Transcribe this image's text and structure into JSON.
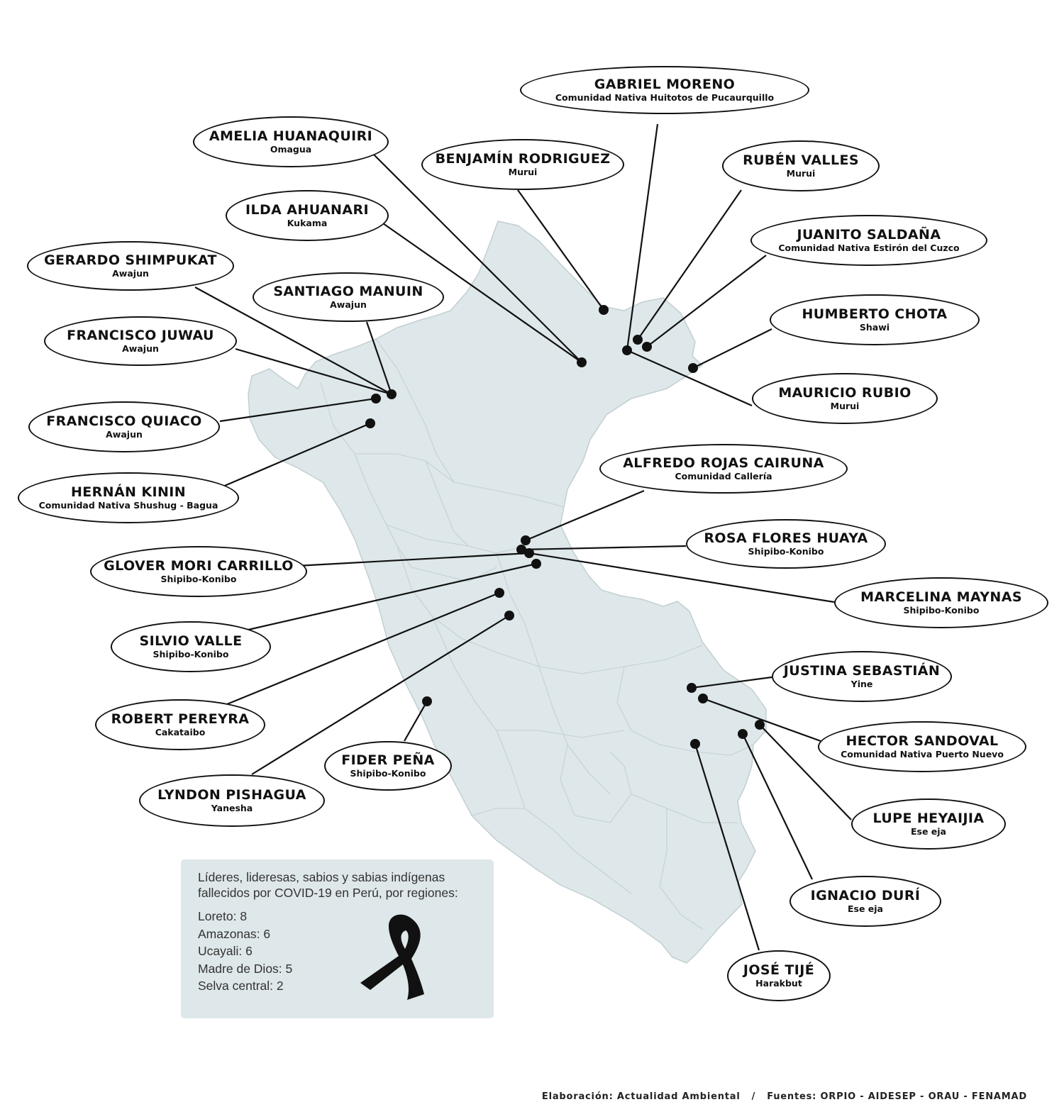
{
  "leaders": [
    {
      "id": "gabriel-moreno",
      "name": "GABRIEL MORENO",
      "community": "Comunidad Nativa Huitotos de Pucaurquillo"
    },
    {
      "id": "amelia-huanaquiri",
      "name": "AMELIA HUANAQUIRI",
      "community": "Omagua"
    },
    {
      "id": "benjamin-rodriguez",
      "name": "BENJAMÍN RODRIGUEZ",
      "community": "Murui"
    },
    {
      "id": "ruben-valles",
      "name": "RUBÉN VALLES",
      "community": "Murui"
    },
    {
      "id": "ilda-ahuanari",
      "name": "ILDA AHUANARI",
      "community": "Kukama"
    },
    {
      "id": "juanito-saldana",
      "name": "JUANITO SALDAÑA",
      "community": "Comunidad Nativa Estirón del Cuzco"
    },
    {
      "id": "gerardo-shimpukat",
      "name": "GERARDO SHIMPUKAT",
      "community": "Awajun"
    },
    {
      "id": "santiago-manuin",
      "name": "SANTIAGO MANUIN",
      "community": "Awajun"
    },
    {
      "id": "humberto-chota",
      "name": "HUMBERTO CHOTA",
      "community": "Shawi"
    },
    {
      "id": "francisco-juwau",
      "name": "FRANCISCO JUWAU",
      "community": "Awajun"
    },
    {
      "id": "mauricio-rubio",
      "name": "MAURICIO RUBIO",
      "community": "Murui"
    },
    {
      "id": "francisco-quiaco",
      "name": "FRANCISCO QUIACO",
      "community": "Awajun"
    },
    {
      "id": "alfredo-rojas-cairuna",
      "name": "ALFREDO ROJAS CAIRUNA",
      "community": "Comunidad Callería"
    },
    {
      "id": "hernan-kinin",
      "name": "HERNÁN KININ",
      "community": "Comunidad Nativa Shushug - Bagua"
    },
    {
      "id": "rosa-flores-huaya",
      "name": "ROSA FLORES HUAYA",
      "community": "Shipibo-Konibo"
    },
    {
      "id": "glover-mori-carrillo",
      "name": "GLOVER MORI CARRILLO",
      "community": "Shipibo-Konibo"
    },
    {
      "id": "marcelina-maynas",
      "name": "MARCELINA MAYNAS",
      "community": "Shipibo-Konibo"
    },
    {
      "id": "silvio-valle",
      "name": "SILVIO VALLE",
      "community": "Shipibo-Konibo"
    },
    {
      "id": "justina-sebastian",
      "name": "JUSTINA SEBASTIÁN",
      "community": "Yine"
    },
    {
      "id": "robert-pereyra",
      "name": "ROBERT PEREYRA",
      "community": "Cakataibo"
    },
    {
      "id": "hector-sandoval",
      "name": "HECTOR SANDOVAL",
      "community": "Comunidad Nativa Puerto Nuevo"
    },
    {
      "id": "fider-pena",
      "name": "FIDER PEÑA",
      "community": "Shipibo-Konibo"
    },
    {
      "id": "lyndon-pishagua",
      "name": "LYNDON PISHAGUA",
      "community": "Yanesha"
    },
    {
      "id": "lupe-heyaijia",
      "name": "LUPE HEYAIJIA",
      "community": "Ese eja"
    },
    {
      "id": "ignacio-duri",
      "name": "IGNACIO DURÍ",
      "community": "Ese eja"
    },
    {
      "id": "jose-tije",
      "name": "JOSÉ TIJÉ",
      "community": "Harakbut"
    }
  ],
  "stats": {
    "title": "Líderes, lideresas, sabios y sabias  indígenas fallecidos por COVID-19 en Perú, por regiones:",
    "regions": [
      {
        "region": "Loreto",
        "count": 8,
        "label": "Loreto: 8"
      },
      {
        "region": "Amazonas",
        "count": 6,
        "label": "Amazonas: 6"
      },
      {
        "region": "Ucayali",
        "count": 6,
        "label": "Ucayali: 6"
      },
      {
        "region": "Madre de Dios",
        "count": 5,
        "label": "Madre de Dios: 5"
      },
      {
        "region": "Selva central",
        "count": 2,
        "label": "Selva central: 2"
      }
    ]
  },
  "footer": {
    "credit": "Elaboración: Actualidad Ambiental",
    "separator": "/",
    "sources": "Fuentes: ORPIO - AIDESEP - ORAU - FENAMAD"
  },
  "colors": {
    "map_fill": "#dee7e9",
    "ink": "#111111",
    "stats_text": "#333333"
  },
  "icons": {
    "ribbon": "black-mourning-ribbon-icon"
  }
}
